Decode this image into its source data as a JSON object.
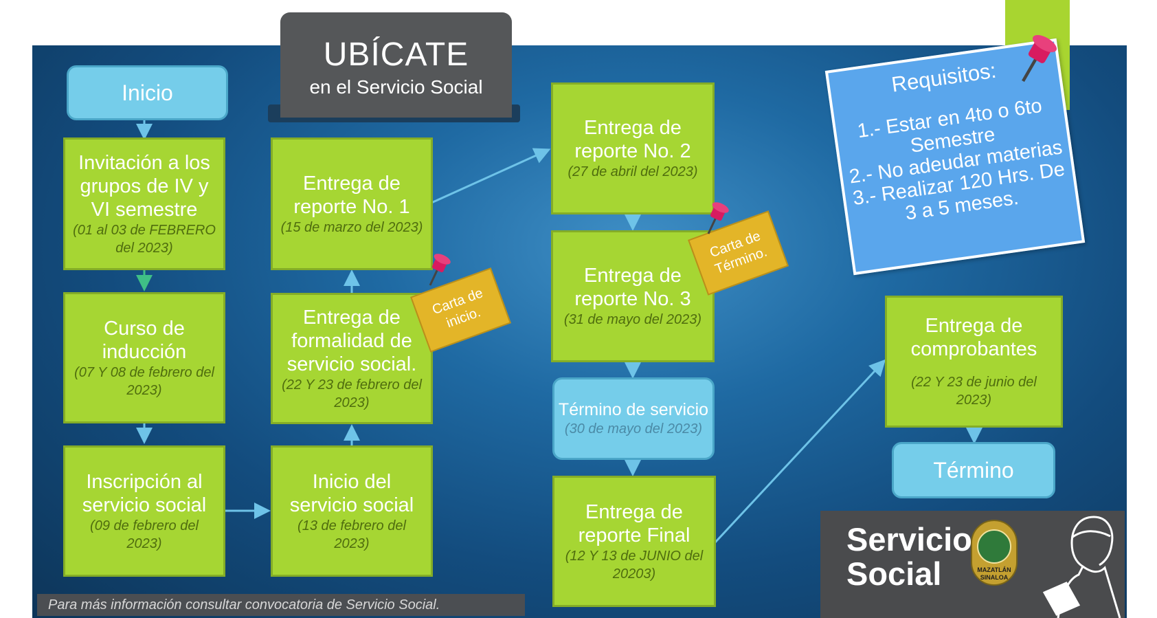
{
  "title": {
    "main": "UBÍCATE",
    "sub": "en el Servicio Social"
  },
  "nodes": {
    "inicio": {
      "label": "Inicio"
    },
    "invitacion": {
      "label": "Invitación a los grupos de IV y VI semestre",
      "date": "(01 al 03 de FEBRERO del 2023)"
    },
    "curso": {
      "label": "Curso de inducción",
      "date": "(07 Y 08 de febrero del 2023)"
    },
    "inscripcion": {
      "label": "Inscripción al servicio social",
      "date": "(09 de febrero del 2023)"
    },
    "inicio_servicio": {
      "label": "Inicio del servicio social",
      "date": "(13 de febrero del 2023)"
    },
    "formalidad": {
      "label": "Entrega de formalidad de servicio social.",
      "date": "(22 Y 23 de febrero del 2023)"
    },
    "reporte1": {
      "label": "Entrega de reporte No. 1",
      "date": "(15 de marzo del 2023)"
    },
    "reporte2": {
      "label": "Entrega de reporte No. 2",
      "date": "(27 de abril del 2023)"
    },
    "reporte3": {
      "label": "Entrega de reporte No. 3",
      "date": "(31 de mayo del 2023)"
    },
    "termino_servicio": {
      "label": "Término de servicio",
      "date": "(30 de mayo del 2023)"
    },
    "reporte_final": {
      "label": "Entrega de reporte Final",
      "date": "(12 Y 13 de JUNIO del 20203)"
    },
    "comprobantes": {
      "label": "Entrega de comprobantes",
      "date": "(22 Y 23 de junio del 2023)"
    },
    "termino": {
      "label": "Término"
    }
  },
  "notes": {
    "carta_inicio": "Carta de inicio.",
    "carta_termino": "Carta de Término."
  },
  "requisitos": {
    "heading": "Requisitos:",
    "items": [
      "1.- Estar en 4to o 6to Semestre",
      "2.- No adeudar materias",
      "3.- Realizar 120 Hrs. De 3 a 5 meses."
    ]
  },
  "footer": "Para más información consultar convocatoria de Servicio Social.",
  "logo": {
    "line1": "Servicio",
    "line2": "Social",
    "seal_text": "MAZATLÁN SINALOA"
  },
  "colors": {
    "box_green": "#a6d633",
    "pill_blue": "#75cdea",
    "note_yellow": "#e3b528",
    "title_gray": "#555759",
    "background": "#1f6aa3",
    "pin_red": "#d81b60"
  }
}
